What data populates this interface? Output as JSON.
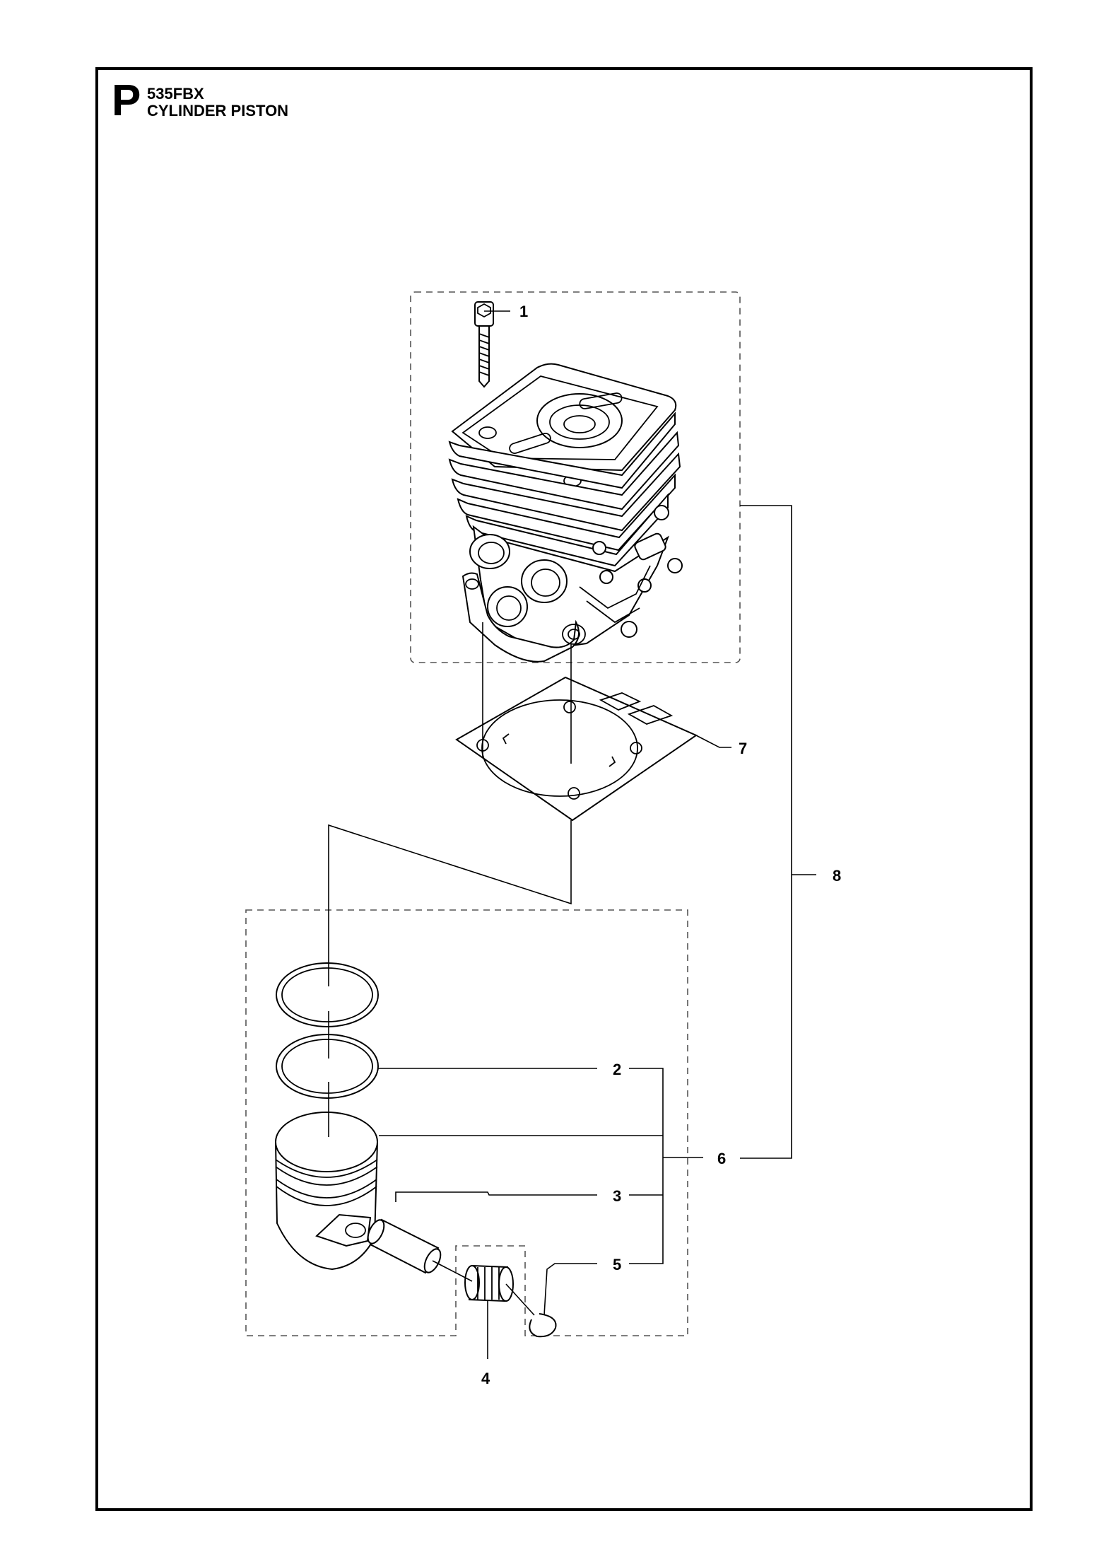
{
  "header": {
    "section_letter": "P",
    "model": "535FBX",
    "title": "CYLINDER PISTON"
  },
  "callouts": [
    {
      "id": "1",
      "label": "1"
    },
    {
      "id": "2",
      "label": "2"
    },
    {
      "id": "3",
      "label": "3"
    },
    {
      "id": "4",
      "label": "4"
    },
    {
      "id": "5",
      "label": "5"
    },
    {
      "id": "6",
      "label": "6"
    },
    {
      "id": "7",
      "label": "7"
    },
    {
      "id": "8",
      "label": "8"
    }
  ]
}
